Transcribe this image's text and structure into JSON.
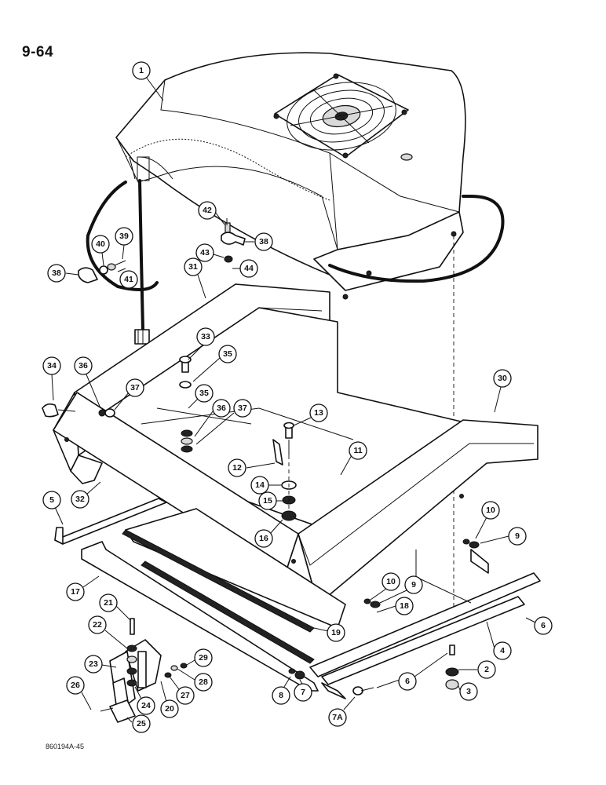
{
  "page_number": "9-64",
  "drawing_code": "860194A-45",
  "callouts": {
    "c1": "1",
    "c2": "2",
    "c3": "3",
    "c4": "4",
    "c5": "5",
    "c6a": "6",
    "c6b": "6",
    "c7": "7",
    "c7a": "7A",
    "c8": "8",
    "c9a": "9",
    "c9b": "9",
    "c10a": "10",
    "c10b": "10",
    "c11": "11",
    "c12": "12",
    "c13": "13",
    "c14": "14",
    "c15": "15",
    "c16": "16",
    "c17": "17",
    "c18": "18",
    "c19": "19",
    "c20": "20",
    "c21": "21",
    "c22": "22",
    "c23": "23",
    "c24": "24",
    "c25": "25",
    "c26": "26",
    "c27": "27",
    "c28": "28",
    "c29": "29",
    "c30": "30",
    "c31": "31",
    "c32": "32",
    "c33": "33",
    "c34": "34",
    "c35a": "35",
    "c35b": "35",
    "c36a": "36",
    "c36b": "36",
    "c37a": "37",
    "c37b": "37",
    "c38a": "38",
    "c38b": "38",
    "c39": "39",
    "c40": "40",
    "c41": "41",
    "c42": "42",
    "c43": "43",
    "c44": "44"
  }
}
